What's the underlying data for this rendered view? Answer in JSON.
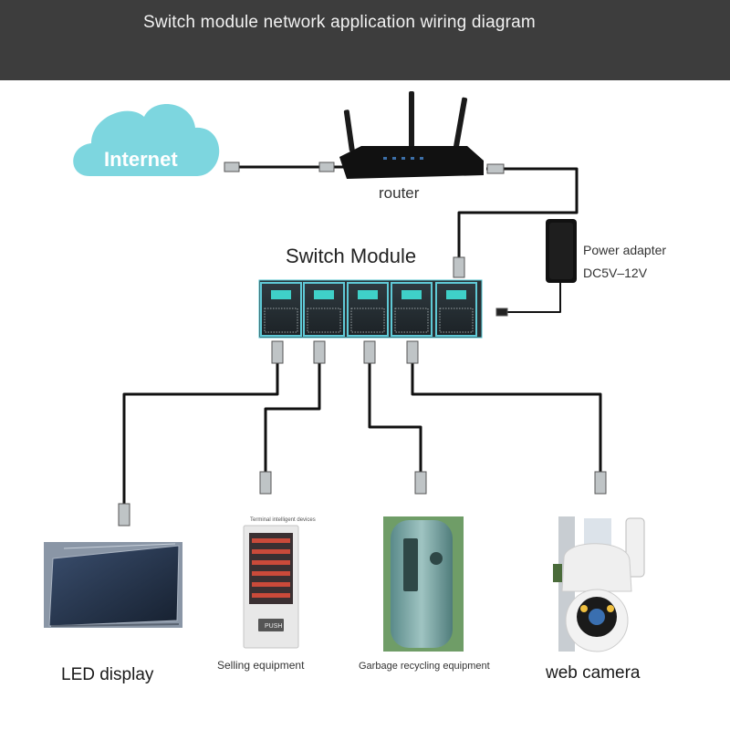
{
  "header": {
    "title": "Switch module network application wiring diagram"
  },
  "labels": {
    "internet": "Internet",
    "router": "router",
    "switch_module": "Switch Module",
    "power_adapter": "Power adapter",
    "power_voltage": "DC5V–12V",
    "led_display": "LED display",
    "selling_equipment": "Selling equipment",
    "garbage_recycling": "Garbage recycling equipment",
    "web_camera": "web camera",
    "terminal_devices": "Terminal intelligent devices",
    "push_button": "PUSH"
  },
  "colors": {
    "header_bg": "#3d3d3d",
    "cloud": "#7dd6df",
    "cable": "#111111",
    "port_frame": "#5fc9d6",
    "port_screen": "#3fd0c8"
  }
}
